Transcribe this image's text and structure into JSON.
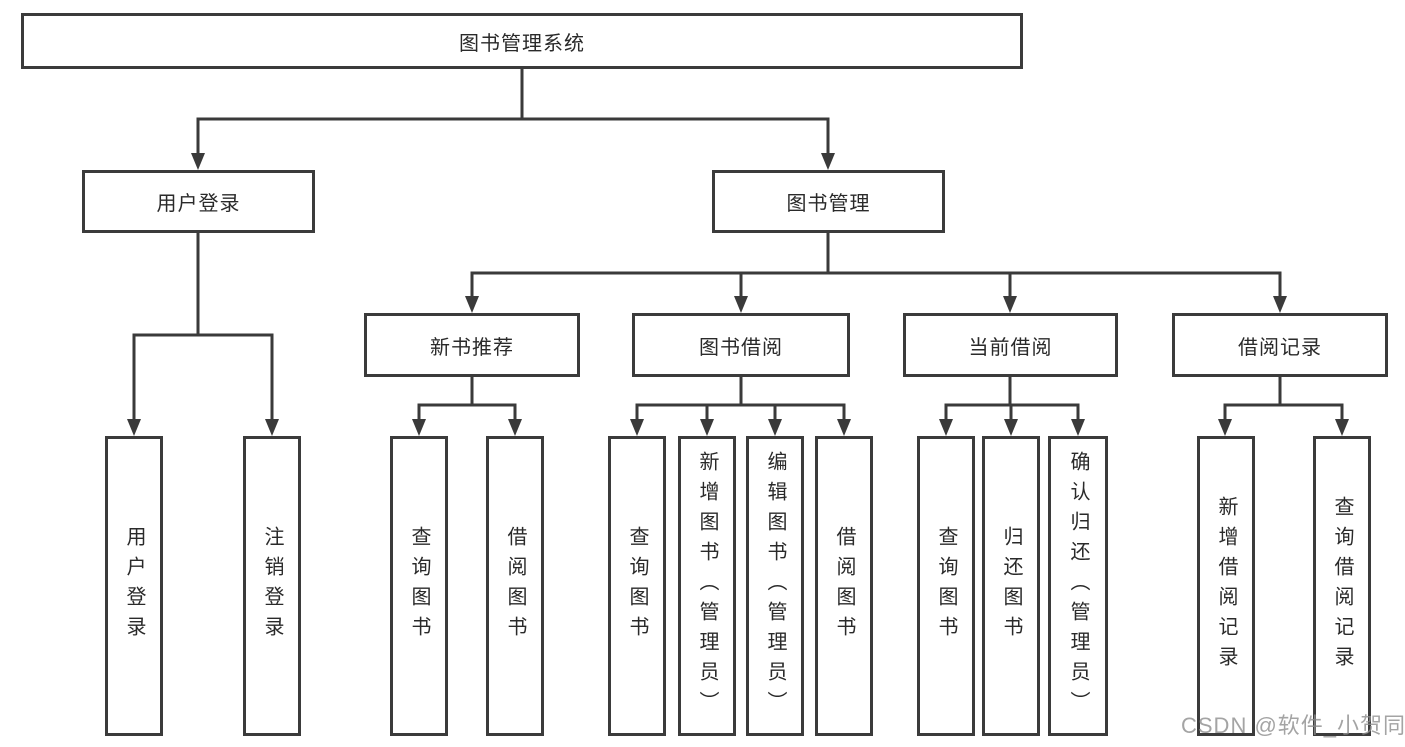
{
  "colors": {
    "line": "#3a3a3a",
    "box_border": "#3b3b3b",
    "text": "#2a2a2a",
    "watermark": "#8e8e8e",
    "background": "#ffffff"
  },
  "watermark": {
    "text": "CSDN @软件_小贺同学"
  },
  "diagram": {
    "type": "hierarchy",
    "root": {
      "label": "图书管理系统",
      "children": [
        {
          "label": "用户登录",
          "children": [
            {
              "label": "用户登录"
            },
            {
              "label": "注销登录"
            }
          ]
        },
        {
          "label": "图书管理",
          "children": [
            {
              "label": "新书推荐",
              "children": [
                {
                  "label": "查询图书"
                },
                {
                  "label": "借阅图书"
                }
              ]
            },
            {
              "label": "图书借阅",
              "children": [
                {
                  "label": "查询图书"
                },
                {
                  "label": "新增图书（管理员）"
                },
                {
                  "label": "编辑图书（管理员）"
                },
                {
                  "label": "借阅图书"
                }
              ]
            },
            {
              "label": "当前借阅",
              "children": [
                {
                  "label": "查询图书"
                },
                {
                  "label": "归还图书"
                },
                {
                  "label": "确认归还（管理员）"
                }
              ]
            },
            {
              "label": "借阅记录",
              "children": [
                {
                  "label": "新增借阅记录"
                },
                {
                  "label": "查询借阅记录"
                }
              ]
            }
          ]
        }
      ]
    }
  }
}
